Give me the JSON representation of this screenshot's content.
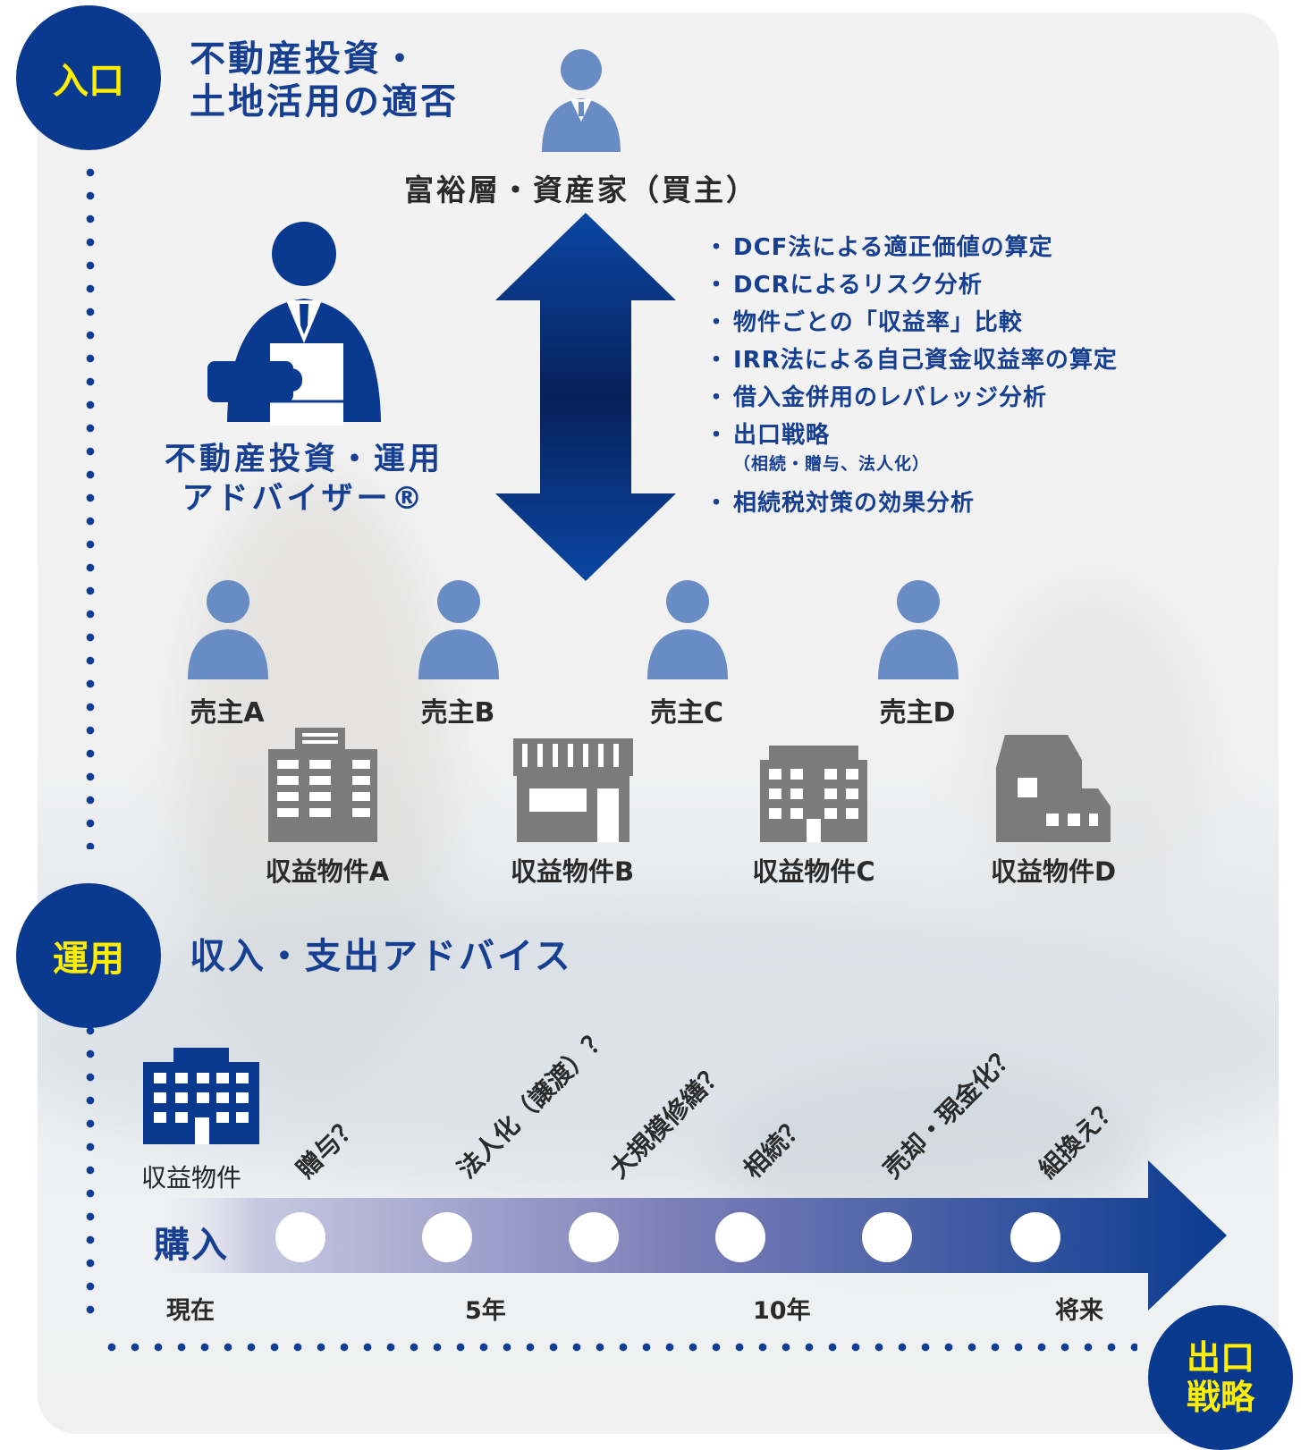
{
  "entry": {
    "badge": "入口",
    "title_line1": "不動産投資・",
    "title_line2": "土地活用の適否"
  },
  "buyer": {
    "label": "富裕層・資産家（買主）"
  },
  "advisor": {
    "line1": "不動産投資・運用",
    "line2": "アドバイザー®"
  },
  "analysis": {
    "items": [
      "DCF法による適正価値の算定",
      "DCRによるリスク分析",
      "物件ごとの「収益率」比較",
      "IRR法による自己資金収益率の算定",
      "借入金併用のレバレッジ分析",
      "出口戦略",
      "相続税対策の効果分析"
    ],
    "exit_note": "（相続・贈与、法人化）"
  },
  "sellers": [
    "売主A",
    "売主B",
    "売主C",
    "売主D"
  ],
  "properties": [
    "収益物件A",
    "収益物件B",
    "収益物件C",
    "収益物件D"
  ],
  "operation": {
    "badge": "運用",
    "title": "収入・支出アドバイス"
  },
  "timeline": {
    "property_label": "収益物件",
    "purchase_label": "購入",
    "events": [
      "贈与？",
      "法人化（譲渡）？",
      "大規模修繕？",
      "相続？",
      "売却・現金化？",
      "組換え？"
    ],
    "time_labels": [
      "現在",
      "5年",
      "10年",
      "将来"
    ]
  },
  "exit": {
    "badge_line1": "出口",
    "badge_line2": "戦略"
  },
  "colors": {
    "navy": "#0a3a8f",
    "accent_yellow": "#ffee00",
    "person_light": "#6a8cc4",
    "building_gray": "#7b7b7b",
    "text_blue": "#163f91"
  }
}
